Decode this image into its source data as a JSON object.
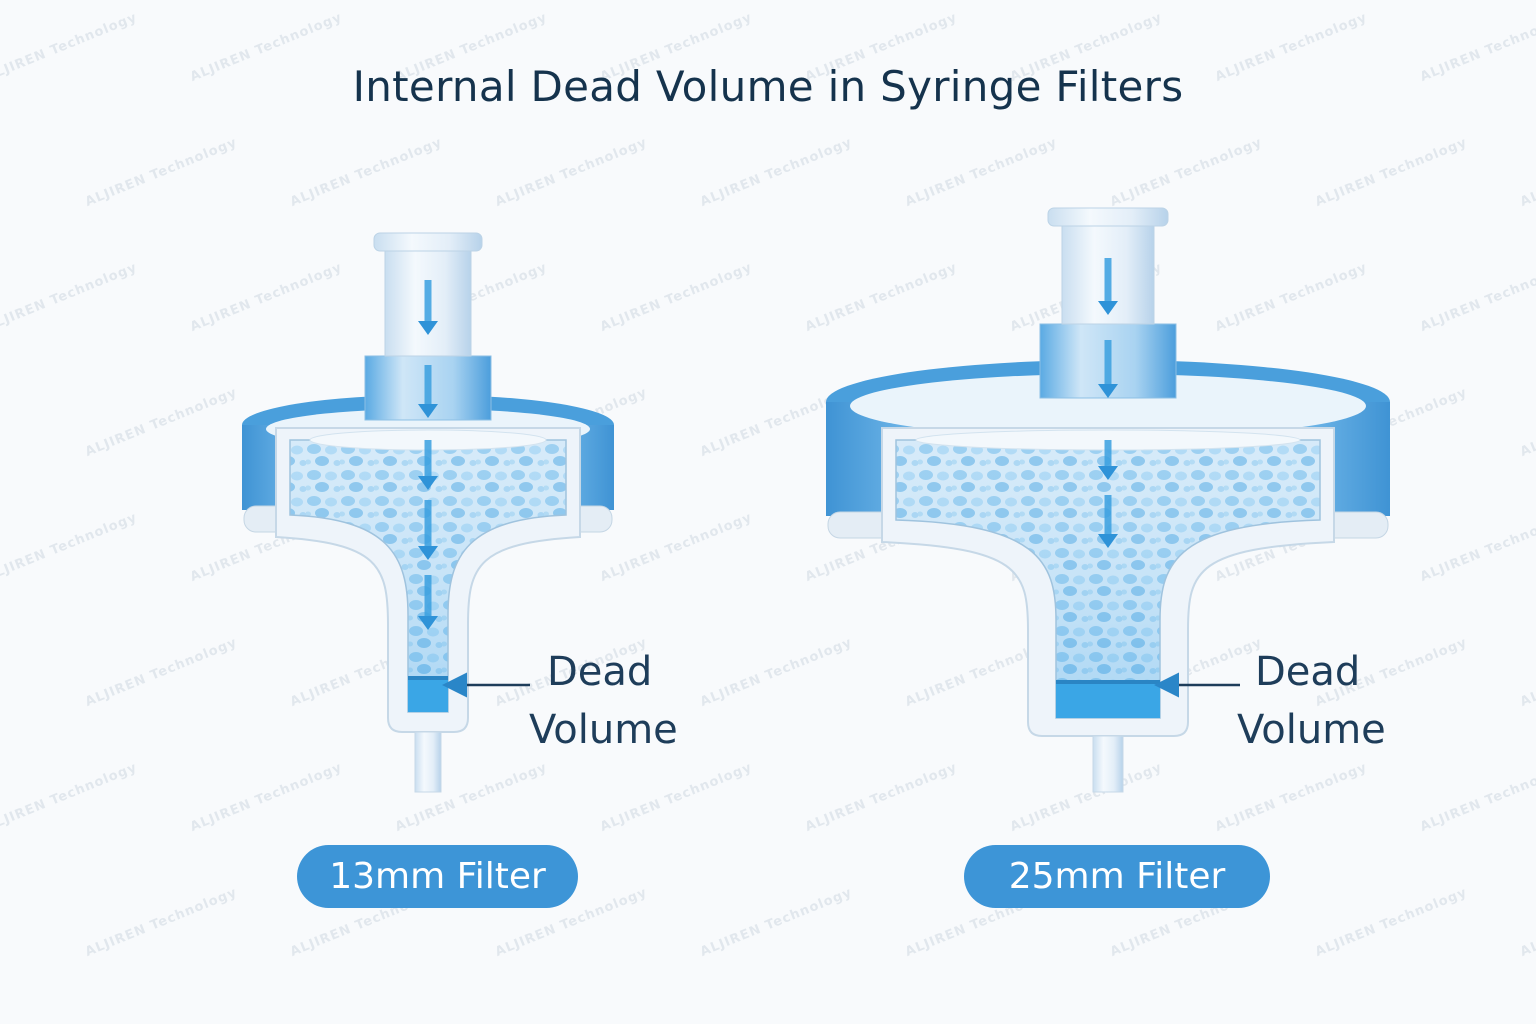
{
  "title": "Internal Dead Volume in Syringe Filters",
  "watermark": "ALJIREN Technology",
  "filters": [
    {
      "label": "13mm Filter",
      "dead_line1": "Dead",
      "dead_line2": "Volume"
    },
    {
      "label": "25mm Filter",
      "dead_line1": "Dead",
      "dead_line2": "Volume"
    }
  ],
  "colors": {
    "housing_blue": "#4a9fdc",
    "liquid": "#8fc9ef",
    "dead_volume": "#3aa6e6",
    "pill": "#3d95d7",
    "title": "#15334d",
    "arrow": "#3aa0e0"
  }
}
